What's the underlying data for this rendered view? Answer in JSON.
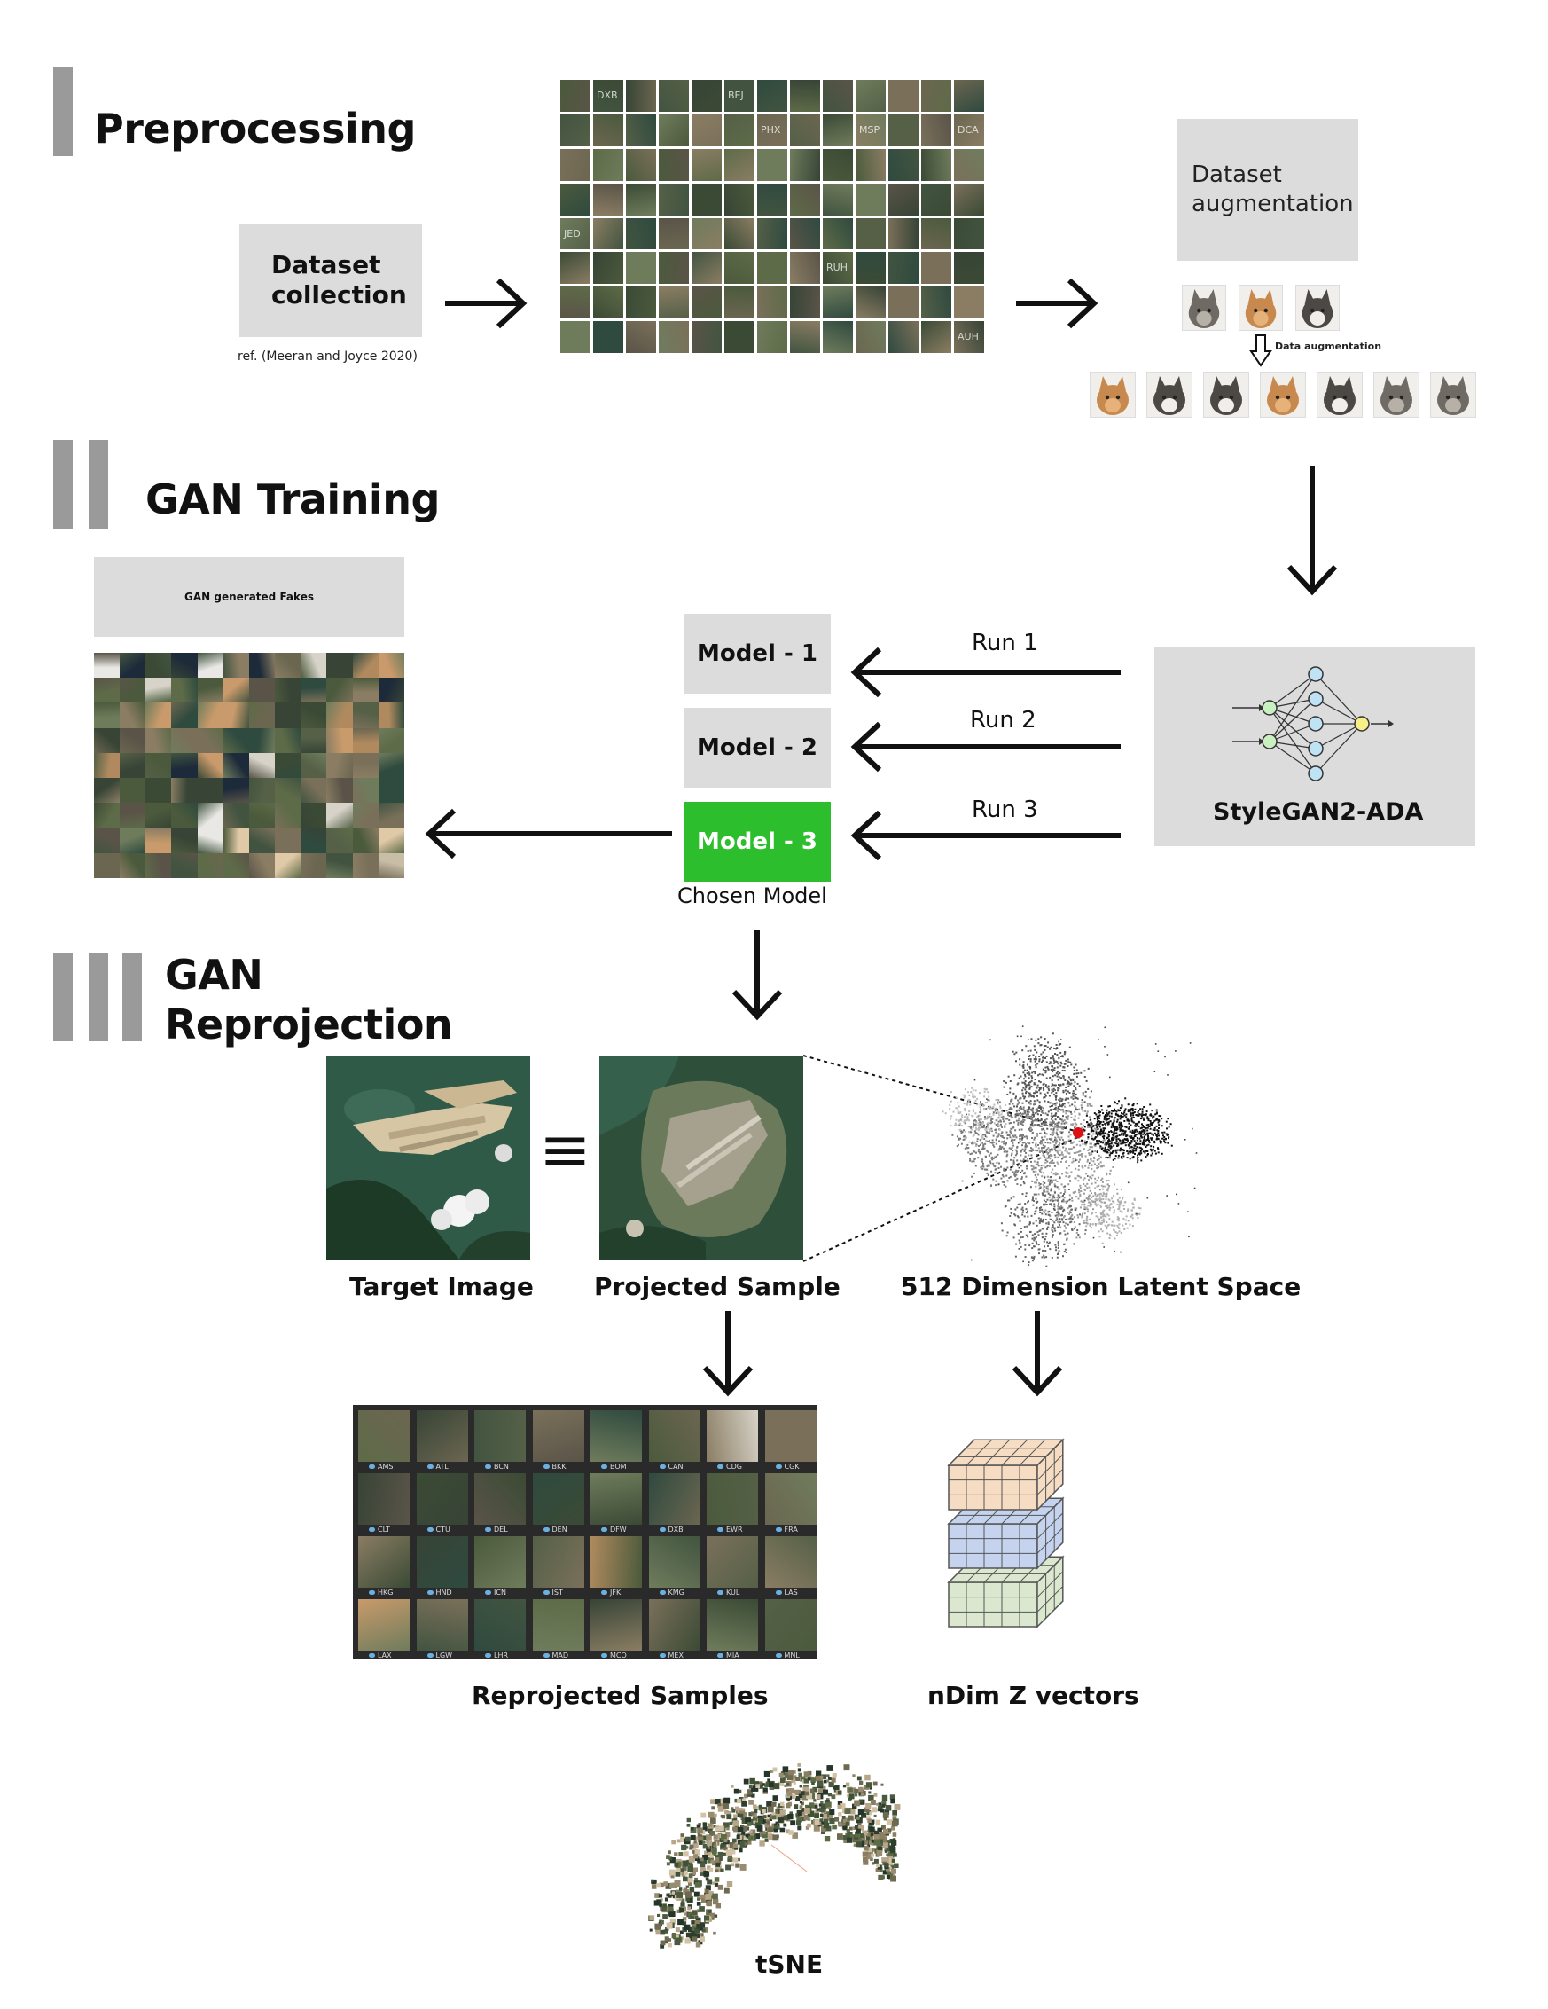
{
  "sections": {
    "preprocessing": {
      "title": "Preprocessing"
    },
    "training": {
      "title": "GAN Training"
    },
    "reprojection": {
      "title_line1": "GAN",
      "title_line2": "Reprojection"
    }
  },
  "collection": {
    "label": "Dataset collection",
    "ref": "ref. (Meeran and Joyce 2020)",
    "tile_codes": [
      "DXB",
      "BEJ",
      "PHX",
      "MSP",
      "DCA",
      "JED",
      "RUH",
      "AUH"
    ]
  },
  "augmentation": {
    "label": "Dataset augmentation",
    "note": "Data augmentation"
  },
  "training": {
    "fakes_label": "GAN generated Fakes",
    "models": [
      "Model - 1",
      "Model - 2",
      "Model - 3"
    ],
    "runs": [
      "Run 1",
      "Run 2",
      "Run 3"
    ],
    "chosen_label": "Chosen Model",
    "stylegan_label": "StyleGAN2-ADA",
    "accent": "#2dbe2d"
  },
  "reprojection": {
    "target_label": "Target Image",
    "projected_label": "Projected Sample",
    "equiv_symbol": "≡",
    "latent_label": "512 Dimension Latent Space",
    "reprojected_label": "Reprojected Samples",
    "zvec_label": "nDim Z vectors",
    "tsne_label": "tSNE",
    "airport_codes": [
      "AMS",
      "ATL",
      "BCN",
      "BKK",
      "BOM",
      "CAN",
      "CDG",
      "CGK",
      "CLT",
      "CTU",
      "DEL",
      "DEN",
      "DFW",
      "DXB",
      "EWR",
      "FRA",
      "HKG",
      "HND",
      "ICN",
      "IST",
      "JFK",
      "KMG",
      "KUL",
      "LAS",
      "LAX",
      "LGW",
      "LHR",
      "MAD",
      "MCO",
      "MEX",
      "MIA",
      "MNL"
    ]
  }
}
